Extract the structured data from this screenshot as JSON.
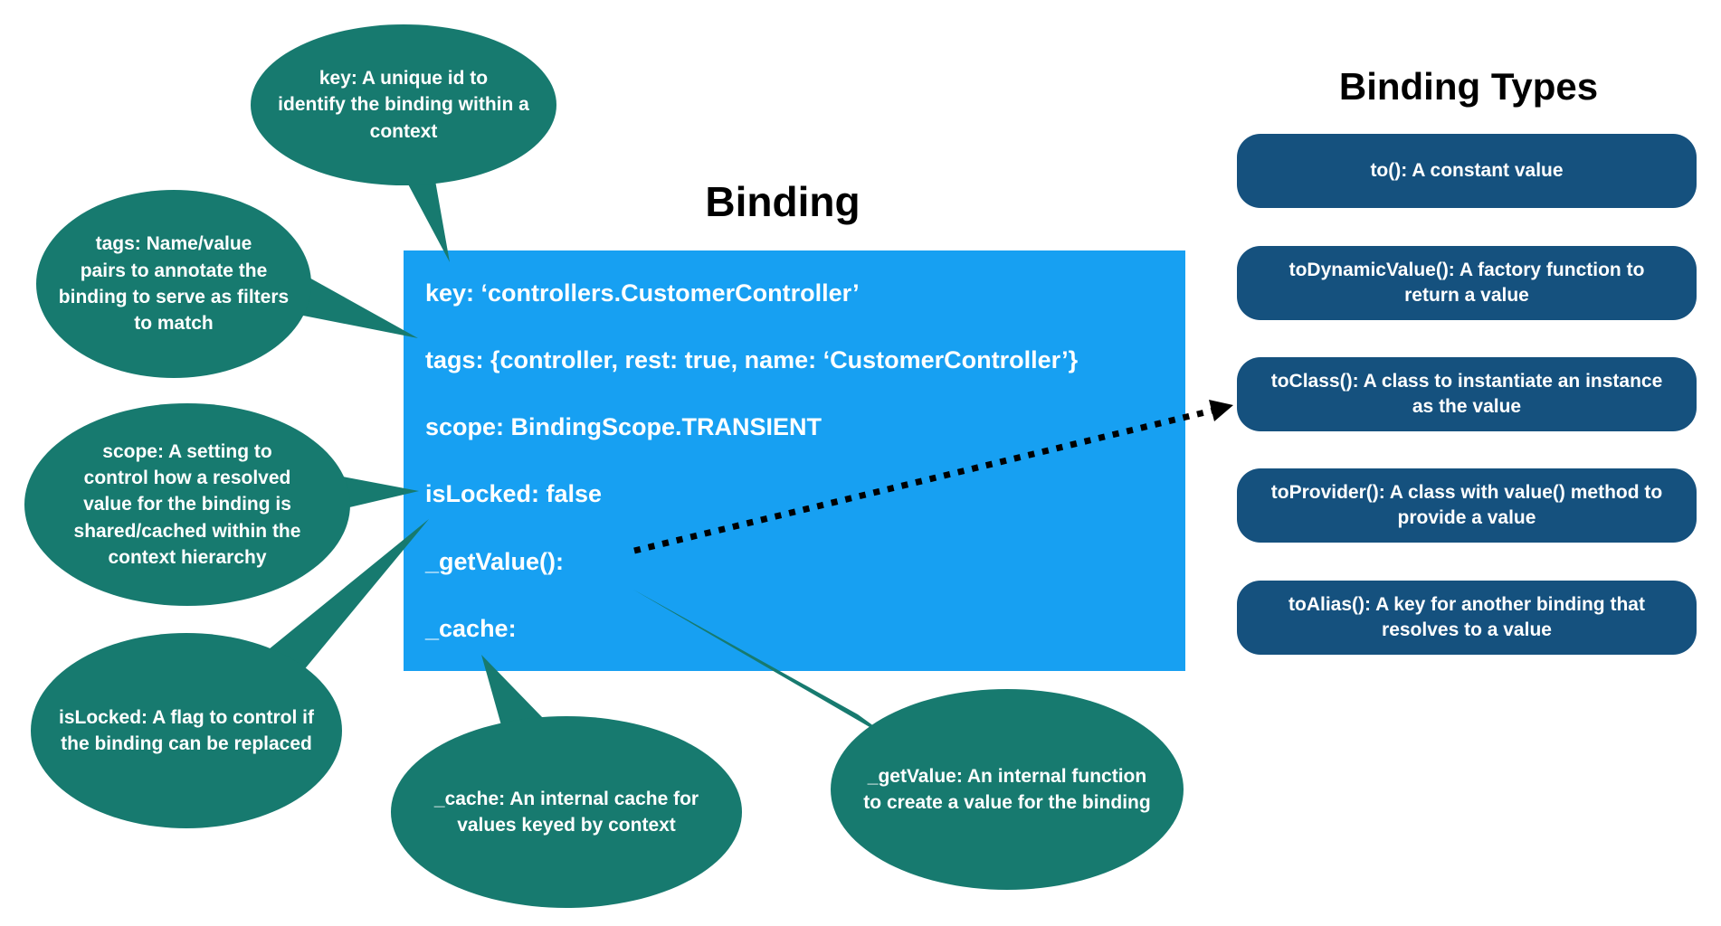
{
  "colors": {
    "teal": "#177A6F",
    "blue": "#17A0F2",
    "navy": "#15517E",
    "text_on_dark": "#FFFFFF",
    "title_text": "#000000",
    "arrow": "#000000"
  },
  "binding": {
    "title": "Binding",
    "properties": [
      "key: ‘controllers.CustomerController’",
      "tags: {controller, rest: true, name: ‘CustomerController’}",
      "scope: BindingScope.TRANSIENT",
      "isLocked: false",
      "_getValue():",
      "_cache:"
    ]
  },
  "callouts": {
    "key": {
      "text": "key: A unique id to\nidentify the binding within a\ncontext"
    },
    "tags": {
      "text": "tags: Name/value\npairs to annotate the\nbinding to serve as filters\nto match"
    },
    "scope": {
      "text": "scope: A setting to\ncontrol how a resolved\nvalue for the binding is\nshared/cached within the\ncontext hierarchy"
    },
    "islocked": {
      "text": "isLocked: A flag to control if\nthe binding can be replaced"
    },
    "cache": {
      "text": "_cache: An internal cache for\nvalues keyed by context"
    },
    "getvalue": {
      "text": "_getValue: An internal function\nto create a value for the binding"
    }
  },
  "binding_types": {
    "title": "Binding Types",
    "items": [
      "to(): A constant value",
      "toDynamicValue(): A factory function to\nreturn a value",
      "toClass(): A class to instantiate an instance\nas the value",
      "toProvider(): A class with value() method to\nprovide a value",
      "toAlias(): A key for another binding that\nresolves to a value"
    ]
  }
}
